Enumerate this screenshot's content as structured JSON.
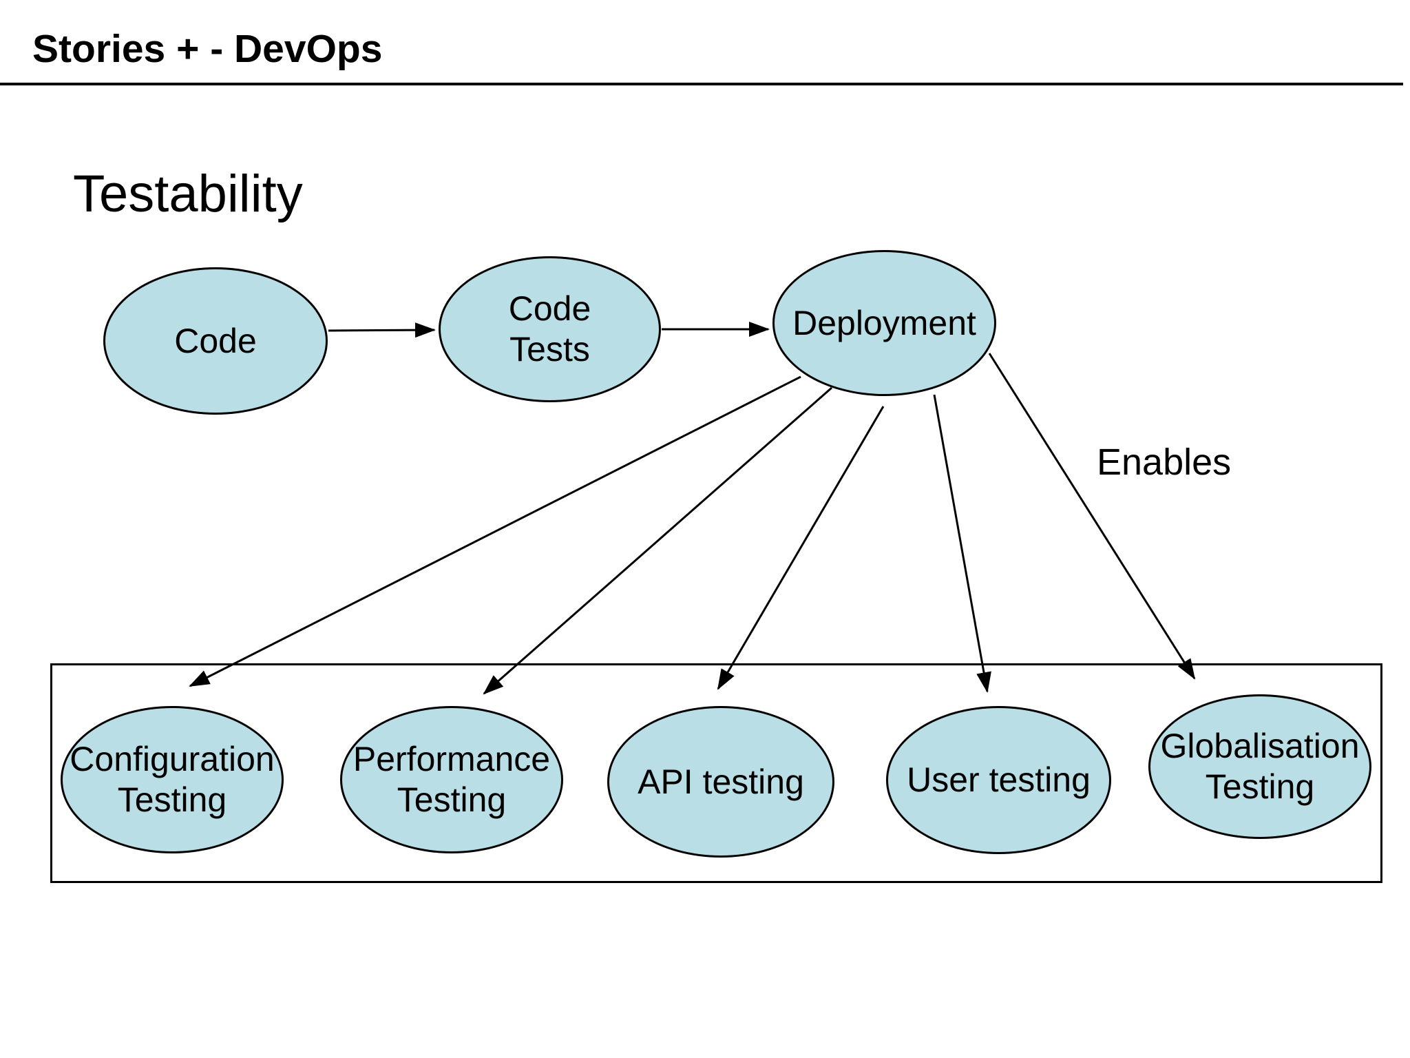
{
  "slide": {
    "title": "Stories + - DevOps",
    "heading": "Testability",
    "edge_label": "Enables"
  },
  "colors": {
    "node_fill": "#b9dee5",
    "stroke": "#000000",
    "background": "#ffffff"
  },
  "diagram": {
    "flow_nodes": [
      {
        "id": "code",
        "label_lines": [
          "Code"
        ]
      },
      {
        "id": "code-tests",
        "label_lines": [
          "Code",
          "Tests"
        ]
      },
      {
        "id": "deployment",
        "label_lines": [
          "Deployment"
        ]
      }
    ],
    "test_nodes": [
      {
        "id": "configuration-testing",
        "label_lines": [
          "Configuration",
          "Testing"
        ]
      },
      {
        "id": "performance-testing",
        "label_lines": [
          "Performance",
          "Testing"
        ]
      },
      {
        "id": "api-testing",
        "label_lines": [
          "API testing"
        ]
      },
      {
        "id": "user-testing",
        "label_lines": [
          "User testing"
        ]
      },
      {
        "id": "globalisation-testing",
        "label_lines": [
          "Globalisation",
          "Testing"
        ]
      }
    ],
    "edges": [
      {
        "from": "code",
        "to": "code-tests"
      },
      {
        "from": "code-tests",
        "to": "deployment"
      },
      {
        "from": "deployment",
        "to": "configuration-testing"
      },
      {
        "from": "deployment",
        "to": "performance-testing"
      },
      {
        "from": "deployment",
        "to": "api-testing"
      },
      {
        "from": "deployment",
        "to": "user-testing"
      },
      {
        "from": "deployment",
        "to": "globalisation-testing",
        "label": "Enables"
      }
    ]
  }
}
